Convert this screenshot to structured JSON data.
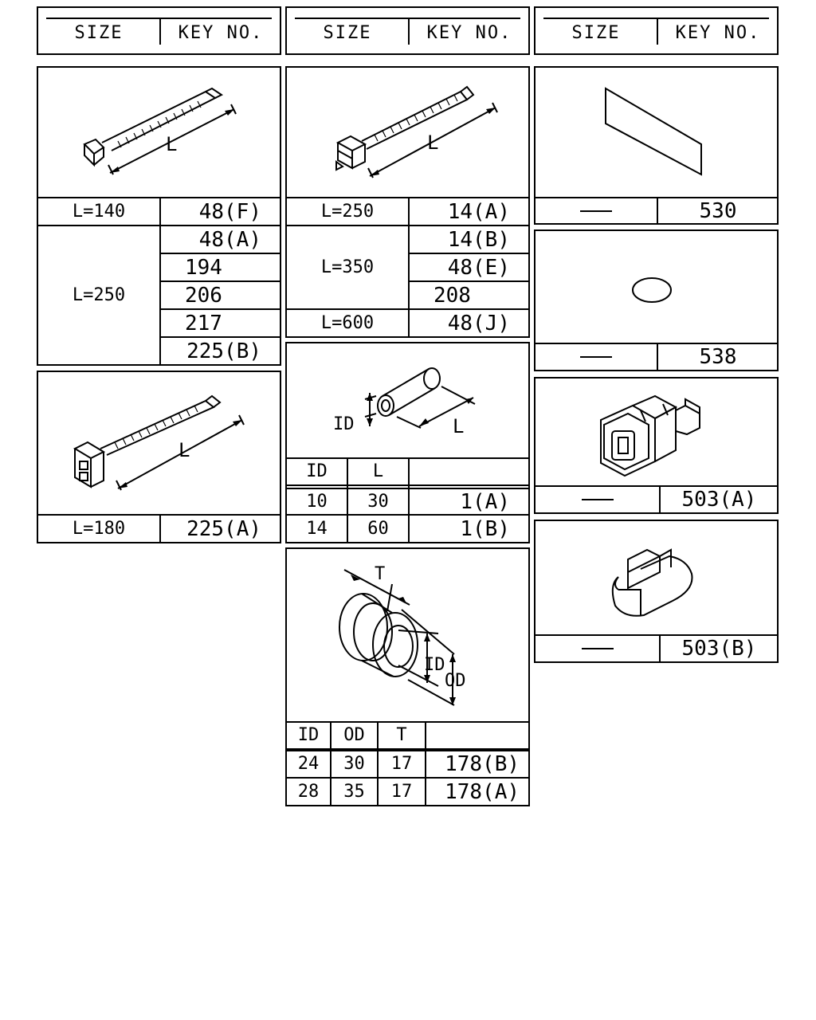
{
  "headers": [
    {
      "size": "SIZE",
      "key": "KEY NO."
    },
    {
      "size": "SIZE",
      "key": "KEY NO."
    },
    {
      "size": "SIZE",
      "key": "KEY NO."
    }
  ],
  "tie_140": {
    "dim": "L",
    "rows": [
      {
        "size": "L=140",
        "key": "48(F)"
      }
    ],
    "group": {
      "size": "L=250",
      "keys": [
        "48(A)",
        "194",
        "206",
        "217",
        "225(B)"
      ]
    }
  },
  "tie_180": {
    "dim": "L",
    "rows": [
      {
        "size": "L=180",
        "key": "225(A)"
      }
    ]
  },
  "tie_250": {
    "dim": "L",
    "rows": [
      {
        "size": "L=250",
        "key": "14(A)"
      }
    ],
    "group": {
      "size": "L=350",
      "keys": [
        "14(B)",
        "48(E)",
        "208"
      ]
    },
    "last": {
      "size": "L=600",
      "key": "48(J)"
    }
  },
  "tube": {
    "dim_id": "ID",
    "dim_l": "L",
    "columns": [
      "ID",
      "L",
      ""
    ],
    "rows": [
      [
        "10",
        "30",
        "1(A)"
      ],
      [
        "14",
        "60",
        "1(B)"
      ]
    ]
  },
  "grommet": {
    "dim_t": "T",
    "dim_id": "ID",
    "dim_od": "OD",
    "columns": [
      "ID",
      "OD",
      "T",
      ""
    ],
    "rows": [
      [
        "24",
        "30",
        "17",
        "178(B)"
      ],
      [
        "28",
        "35",
        "17",
        "178(A)"
      ]
    ]
  },
  "tape": {
    "key": "530"
  },
  "oval": {
    "key": "538"
  },
  "connector_a": {
    "key": "503(A)"
  },
  "connector_b": {
    "key": "503(B)"
  }
}
